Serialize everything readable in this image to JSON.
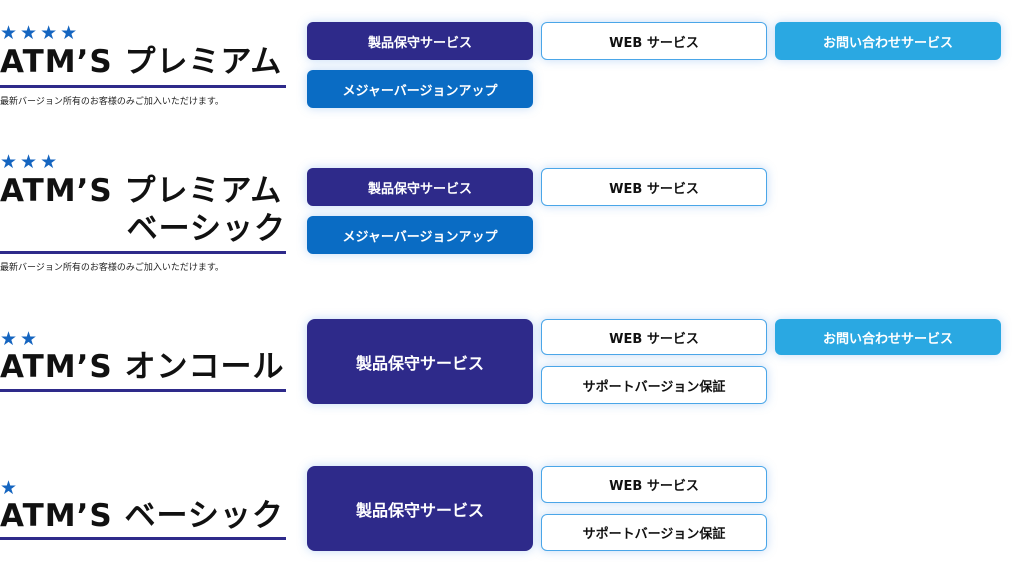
{
  "plans": [
    {
      "stars": "★★★★",
      "title_line1": "ATM’S プレミアム",
      "title_line2": "",
      "note": "最新バージョン所有のお客様のみご加入いただけます。",
      "buttons": {
        "product": "製品保守サービス",
        "web": "WEB サービス",
        "inquiry": "お問い合わせサービス",
        "major": "メジャーバージョンアップ"
      }
    },
    {
      "stars": "★★★",
      "title_line1": "ATM’S プレミアム",
      "title_line2": "ベーシック",
      "note": "最新バージョン所有のお客様のみご加入いただけます。",
      "buttons": {
        "product": "製品保守サービス",
        "web": "WEB サービス",
        "major": "メジャーバージョンアップ"
      }
    },
    {
      "stars": "★★",
      "title_line1": "ATM’S オンコール",
      "title_line2": "",
      "buttons": {
        "product": "製品保守サービス",
        "web": "WEB サービス",
        "inquiry": "お問い合わせサービス",
        "support": "サポートバージョン保証"
      }
    },
    {
      "stars": "★",
      "title_line1": "ATM’S ベーシック",
      "title_line2": "",
      "buttons": {
        "product": "製品保守サービス",
        "web": "WEB サービス",
        "support": "サポートバージョン保証"
      }
    }
  ]
}
